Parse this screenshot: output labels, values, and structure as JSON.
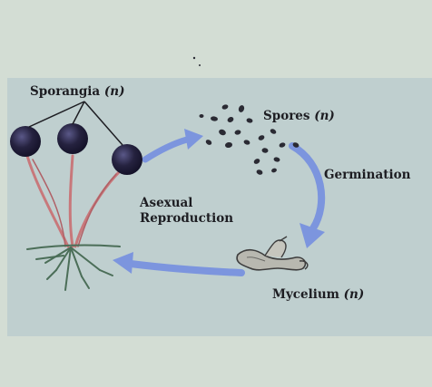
{
  "labels": {
    "sporangia": "Sporangia",
    "spores": "Spores",
    "ploidy": "(n)",
    "germination": "Germination",
    "asexual_line1": "Asexual",
    "asexual_line2": "Reproduction",
    "mycelium": "Mycelium"
  },
  "colors": {
    "page_background": "#d3ddd4",
    "panel_background": "#bfcfcf",
    "cycle_arrow": "#7c95de",
    "sporangium": "#1f1c3a",
    "sporangiophore": "#c8787b",
    "rhizoid": "#4b6e58",
    "spore": "#2a2a33",
    "label_text": "#1d1d22"
  },
  "icons": [
    "sporangium-icon",
    "spore-icon",
    "germinating-spore-icon",
    "cycle-arrow-icon"
  ]
}
